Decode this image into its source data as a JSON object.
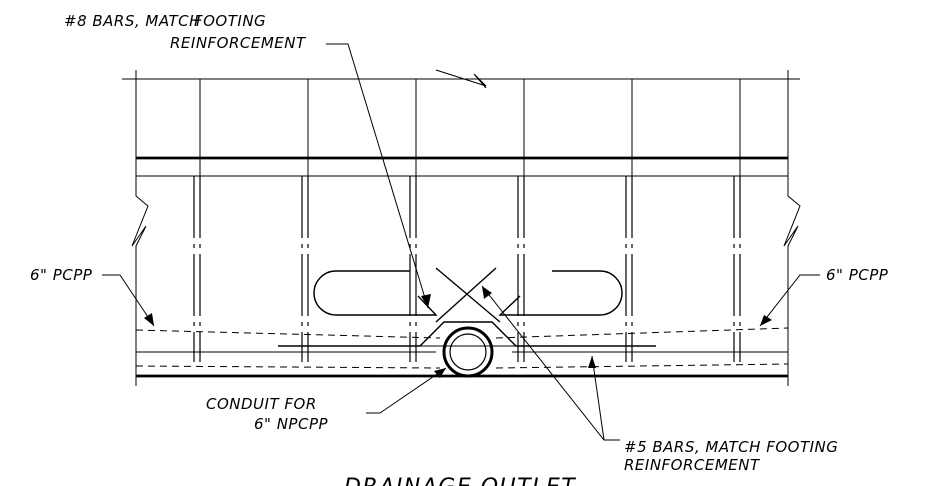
{
  "labels": {
    "top_bars_line1": "#8 BARS, MATCH",
    "top_bars_line2": "FOOTING",
    "top_bars_line3": "REINFORCEMENT",
    "pcpp_left": "6\" PCPP",
    "pcpp_right": "6\" PCPP",
    "conduit_line1": "CONDUIT FOR",
    "conduit_line2": "6\" NPCPP",
    "bottom_bars_line1": "#5 BARS, MATCH FOOTING",
    "bottom_bars_line2": "REINFORCEMENT",
    "title": "DRAINAGE OUTLET"
  },
  "colors": {
    "ink": "#000000",
    "paper": "#ffffff"
  }
}
